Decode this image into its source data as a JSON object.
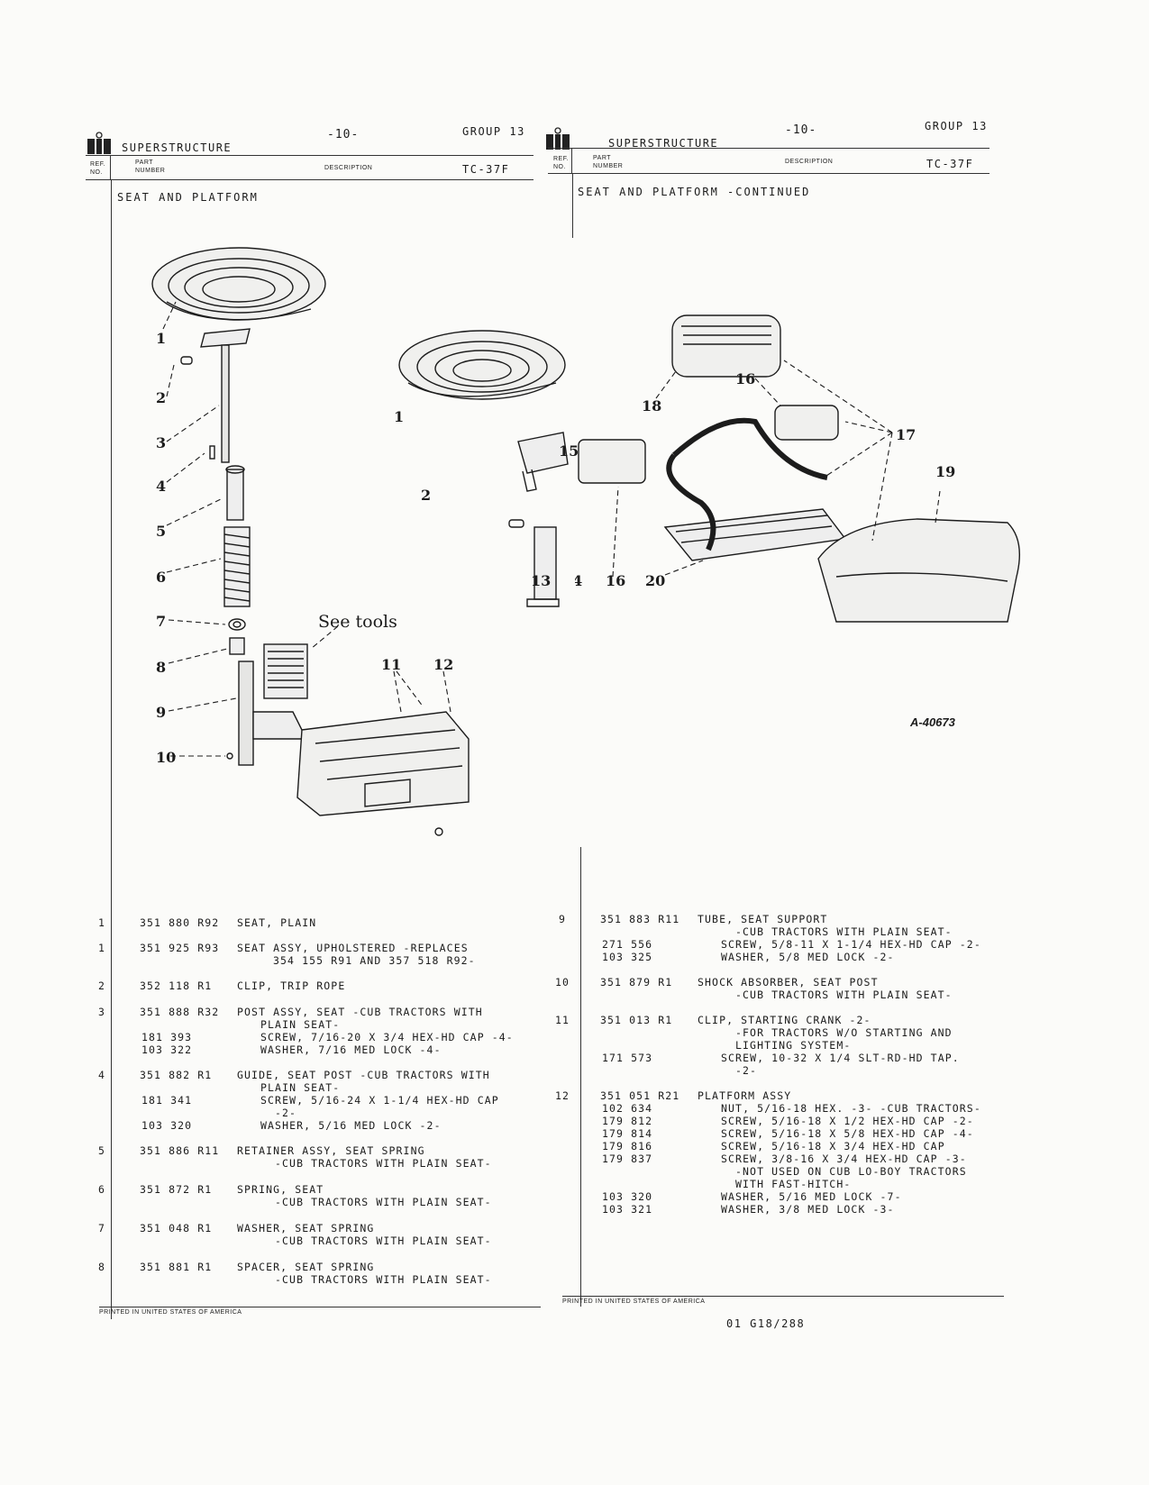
{
  "pages": [
    {
      "section": "SUPERSTRUCTURE",
      "page_number": "-10-",
      "group": "GROUP 13",
      "col_ref": [
        "REF.",
        "NO."
      ],
      "col_part": [
        "PART",
        "NUMBER"
      ],
      "col_desc": "DESCRIPTION",
      "model": "TC-37F",
      "title": "SEAT AND PLATFORM",
      "callouts": [
        "1",
        "2",
        "3",
        "4",
        "5",
        "6",
        "7",
        "8",
        "9",
        "10",
        "1",
        "2",
        "15",
        "13",
        "11",
        "12"
      ],
      "see_tools": "See tools",
      "footer": "PRINTED IN UNITED STATES OF AMERICA",
      "entries": [
        {
          "ref": "1",
          "lines": [
            {
              "pn": "351 880 R92",
              "desc": "SEAT, PLAIN",
              "indent": 0
            }
          ]
        },
        {
          "ref": "1",
          "lines": [
            {
              "pn": "351 925 R93",
              "desc": "SEAT ASSY, UPHOLSTERED -REPLACES",
              "indent": 0
            },
            {
              "pn": "",
              "desc": "354 155 R91 AND 357 518 R92-",
              "indent": 3
            }
          ]
        },
        {
          "ref": "2",
          "lines": [
            {
              "pn": "352 118 R1",
              "desc": "CLIP, TRIP ROPE",
              "indent": 0
            }
          ]
        },
        {
          "ref": "3",
          "lines": [
            {
              "pn": "351 888 R32",
              "desc": "POST ASSY, SEAT -CUB TRACTORS WITH",
              "indent": 0
            },
            {
              "pn": "",
              "desc": "PLAIN SEAT-",
              "indent": 1
            },
            {
              "pn": "181 393",
              "desc": "SCREW, 7/16-20 X 3/4 HEX-HD CAP -4-",
              "indent": 1
            },
            {
              "pn": "103 322",
              "desc": "WASHER, 7/16 MED LOCK -4-",
              "indent": 1
            }
          ]
        },
        {
          "ref": "4",
          "lines": [
            {
              "pn": "351 882 R1",
              "desc": "GUIDE, SEAT POST -CUB TRACTORS WITH",
              "indent": 0
            },
            {
              "pn": "",
              "desc": "PLAIN SEAT-",
              "indent": 1
            },
            {
              "pn": "181 341",
              "desc": "SCREW, 5/16-24 X 1-1/4 HEX-HD CAP",
              "indent": 1
            },
            {
              "pn": "",
              "desc": "-2-",
              "indent": 2
            },
            {
              "pn": "103 320",
              "desc": "WASHER, 5/16 MED LOCK -2-",
              "indent": 1
            }
          ]
        },
        {
          "ref": "5",
          "lines": [
            {
              "pn": "351 886 R11",
              "desc": "RETAINER ASSY, SEAT SPRING",
              "indent": 0
            },
            {
              "pn": "",
              "desc": "-CUB TRACTORS WITH PLAIN SEAT-",
              "indent": 2
            }
          ]
        },
        {
          "ref": "6",
          "lines": [
            {
              "pn": "351 872 R1",
              "desc": "SPRING, SEAT",
              "indent": 0
            },
            {
              "pn": "",
              "desc": "-CUB TRACTORS WITH PLAIN SEAT-",
              "indent": 2
            }
          ]
        },
        {
          "ref": "7",
          "lines": [
            {
              "pn": "351 048 R1",
              "desc": "WASHER, SEAT SPRING",
              "indent": 0
            },
            {
              "pn": "",
              "desc": "-CUB TRACTORS WITH PLAIN SEAT-",
              "indent": 2
            }
          ]
        },
        {
          "ref": "8",
          "lines": [
            {
              "pn": "351 881 R1",
              "desc": "SPACER, SEAT SPRING",
              "indent": 0
            },
            {
              "pn": "",
              "desc": "-CUB TRACTORS WITH PLAIN SEAT-",
              "indent": 2
            }
          ]
        }
      ]
    },
    {
      "section": "SUPERSTRUCTURE",
      "page_number": "-10-",
      "group": "GROUP 13",
      "col_ref": [
        "REF.",
        "NO."
      ],
      "col_part": [
        "PART",
        "NUMBER"
      ],
      "col_desc": "DESCRIPTION",
      "model": "TC-37F",
      "title": "SEAT AND PLATFORM  -CONTINUED",
      "callouts": [
        "18",
        "16",
        "17",
        "19",
        "16",
        "14",
        "16",
        "20"
      ],
      "figure_id": "A-40673",
      "footer": "PRINTED IN UNITED STATES OF AMERICA",
      "doc_code": "01 G18/288",
      "entries": [
        {
          "ref": "9",
          "lines": [
            {
              "pn": "351 883 R11",
              "desc": "TUBE, SEAT SUPPORT",
              "indent": 0
            },
            {
              "pn": "",
              "desc": "-CUB TRACTORS WITH PLAIN SEAT-",
              "indent": 2
            },
            {
              "pn": "271 556",
              "desc": "SCREW, 5/8-11 X 1-1/4 HEX-HD CAP -2-",
              "indent": 1
            },
            {
              "pn": "103 325",
              "desc": "WASHER, 5/8 MED LOCK -2-",
              "indent": 1
            }
          ]
        },
        {
          "ref": "10",
          "lines": [
            {
              "pn": "351 879 R1",
              "desc": "SHOCK ABSORBER, SEAT POST",
              "indent": 0
            },
            {
              "pn": "",
              "desc": "-CUB TRACTORS WITH PLAIN SEAT-",
              "indent": 2
            }
          ]
        },
        {
          "ref": "11",
          "lines": [
            {
              "pn": "351 013 R1",
              "desc": "CLIP, STARTING CRANK -2-",
              "indent": 0
            },
            {
              "pn": "",
              "desc": "-FOR TRACTORS W/O STARTING AND",
              "indent": 2
            },
            {
              "pn": "",
              "desc": "LIGHTING SYSTEM-",
              "indent": 2
            },
            {
              "pn": "171 573",
              "desc": "SCREW, 10-32 X 1/4 SLT-RD-HD TAP.",
              "indent": 1
            },
            {
              "pn": "",
              "desc": "-2-",
              "indent": 2
            }
          ]
        },
        {
          "ref": "12",
          "lines": [
            {
              "pn": "351 051 R21",
              "desc": "PLATFORM ASSY",
              "indent": 0
            },
            {
              "pn": "102 634",
              "desc": "NUT, 5/16-18 HEX. -3- -CUB TRACTORS-",
              "indent": 1
            },
            {
              "pn": "179 812",
              "desc": "SCREW, 5/16-18 X 1/2 HEX-HD CAP -2-",
              "indent": 1
            },
            {
              "pn": "179 814",
              "desc": "SCREW, 5/16-18 X 5/8 HEX-HD CAP -4-",
              "indent": 1
            },
            {
              "pn": "179 816",
              "desc": "SCREW, 5/16-18 X 3/4 HEX-HD CAP",
              "indent": 1
            },
            {
              "pn": "179 837",
              "desc": "SCREW, 3/8-16 X 3/4 HEX-HD CAP -3-",
              "indent": 1
            },
            {
              "pn": "",
              "desc": "-NOT USED ON CUB LO-BOY TRACTORS",
              "indent": 2
            },
            {
              "pn": "",
              "desc": "WITH FAST-HITCH-",
              "indent": 2
            },
            {
              "pn": "103 320",
              "desc": "WASHER, 5/16 MED LOCK -7-",
              "indent": 1
            },
            {
              "pn": "103 321",
              "desc": "WASHER, 3/8 MED LOCK -3-",
              "indent": 1
            }
          ]
        }
      ]
    }
  ]
}
